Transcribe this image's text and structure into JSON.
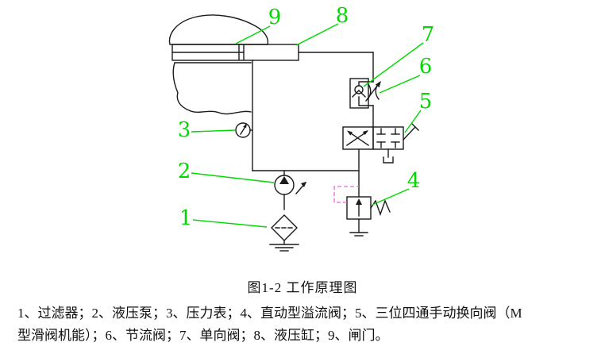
{
  "figure": {
    "caption": "图1-2 工作原理图",
    "legend": {
      "line1": "1、过滤器；2、液压泵；3、压力表；4、直动型溢流阀；5、三位四通手动换向阀（M",
      "line2": "型滑阀机能）；6、节流阀；7、单向阀；8、液压缸；9、闸门。"
    },
    "callouts": {
      "n1": "1",
      "n2": "2",
      "n3": "3",
      "n4": "4",
      "n5": "5",
      "n6": "6",
      "n7": "7",
      "n8": "8",
      "n9": "9"
    },
    "colors": {
      "line": "#1b1b1b",
      "leader": "#00d900",
      "pilot": "#e466d8",
      "background": "#ffffff"
    }
  }
}
